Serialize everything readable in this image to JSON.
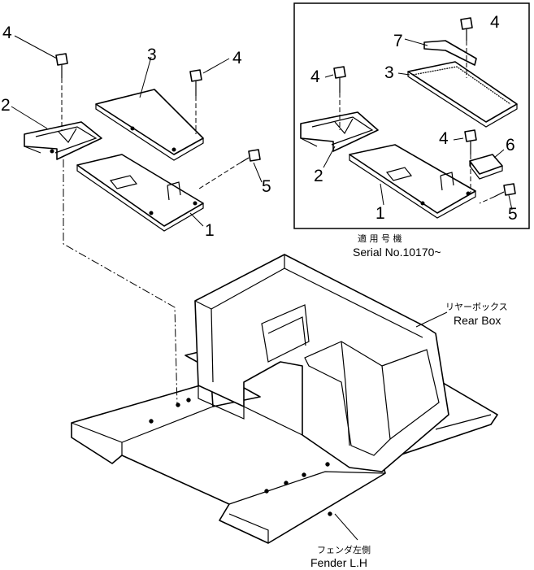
{
  "part_numbers": {
    "main_1": "1",
    "main_2": "2",
    "main_3": "3",
    "main_4a": "4",
    "main_4b": "4",
    "main_5": "5",
    "inset_1": "1",
    "inset_2": "2",
    "inset_3": "3",
    "inset_4a": "4",
    "inset_4b": "4",
    "inset_4c": "4",
    "inset_5": "5",
    "inset_6": "6",
    "inset_7": "7"
  },
  "inset": {
    "jp_label": "適 用 号 機",
    "serial_label": "Serial  No.10170~"
  },
  "callouts": {
    "rear_box_jp": "リヤーボックス",
    "rear_box_en": "Rear Box",
    "fender_jp": "フェンダ左側",
    "fender_en": "Fender  L.H"
  }
}
